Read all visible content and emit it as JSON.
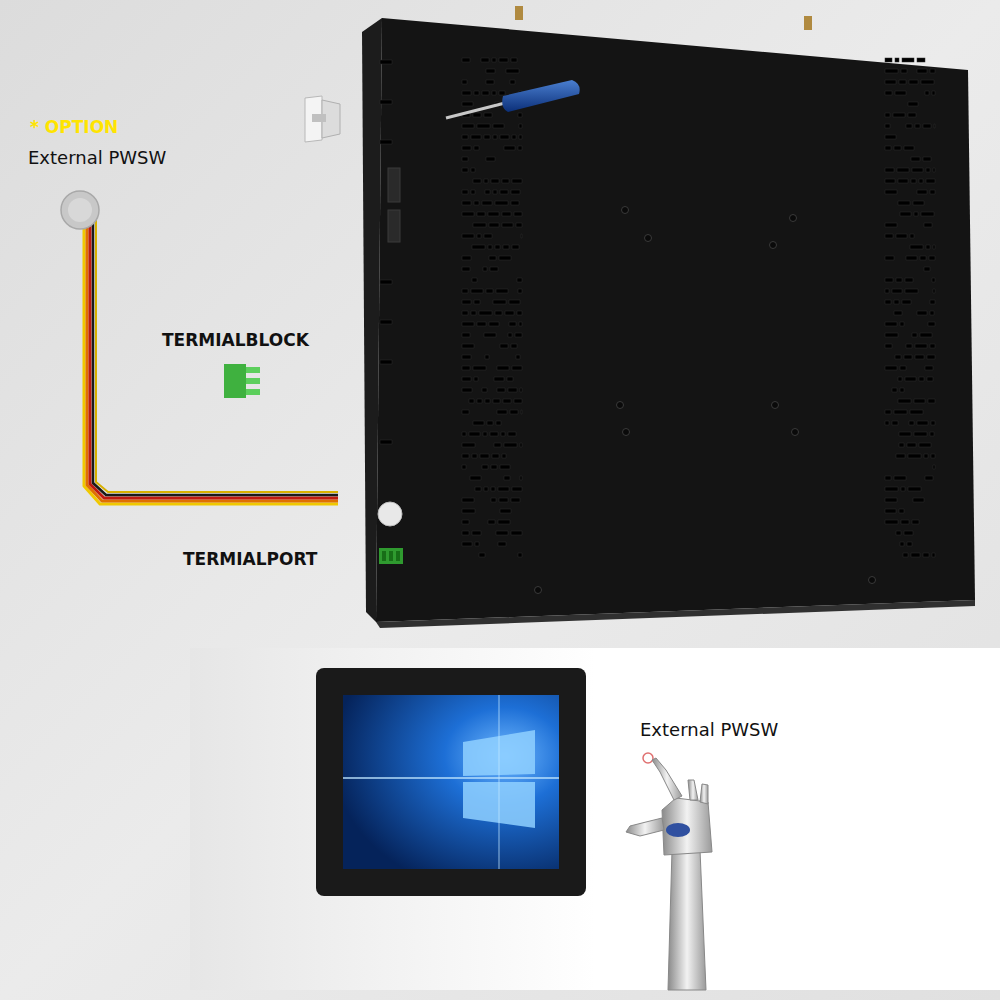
{
  "diagram": {
    "labels": [
      "* OPTION",
      "External PWSW",
      "TERMIALBLOCK",
      "TERMIALPORT",
      "External PWSW"
    ]
  }
}
